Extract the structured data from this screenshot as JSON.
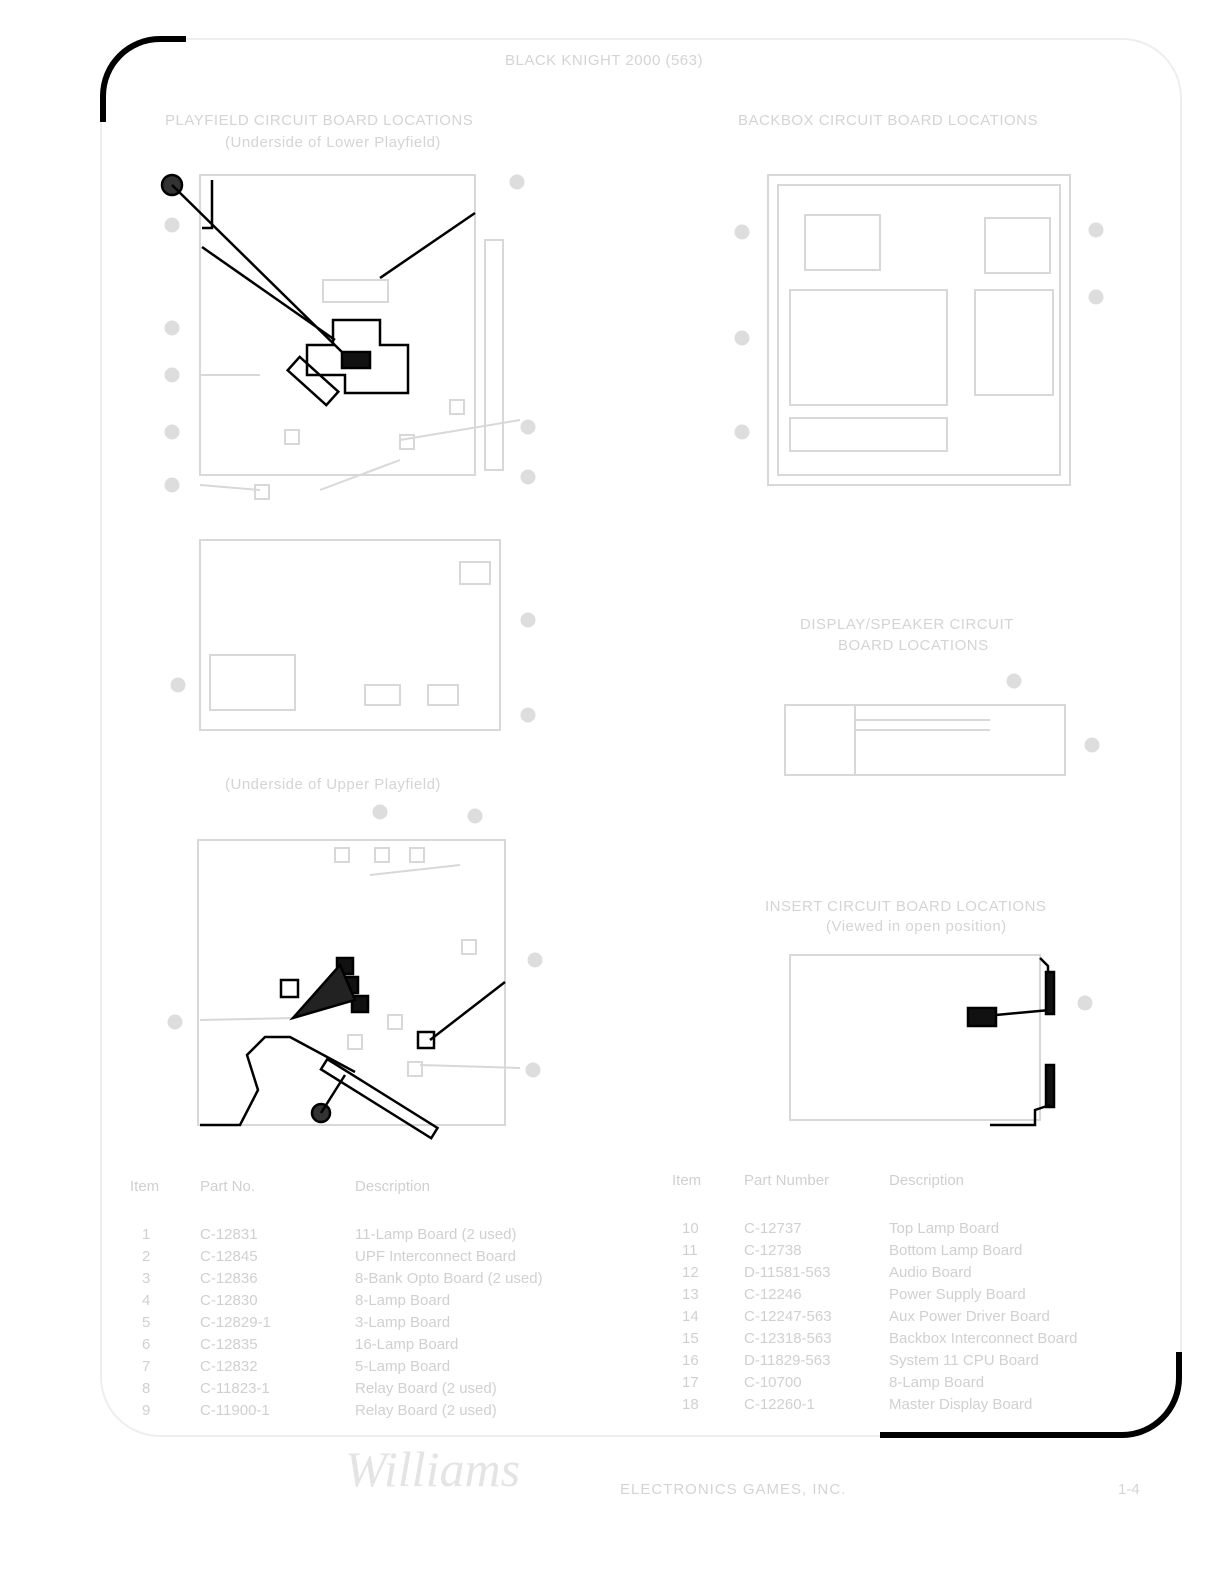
{
  "title": "BLACK KNIGHT 2000 (563)",
  "sections": {
    "playfield": {
      "title": "PLAYFIELD CIRCUIT BOARD LOCATIONS",
      "subtitle": "(Underside of Lower Playfield)"
    },
    "upper": {
      "subtitle": "(Underside of Upper Playfield)"
    },
    "backbox": {
      "title": "BACKBOX CIRCUIT BOARD LOCATIONS"
    },
    "display": {
      "title": "DISPLAY/SPEAKER CIRCUIT",
      "title2": "BOARD LOCATIONS"
    },
    "insert": {
      "title": "INSERT CIRCUIT BOARD LOCATIONS",
      "subtitle": "(Viewed in open position)"
    }
  },
  "table_left": {
    "headers": [
      "Item",
      "Part No.",
      "Description"
    ],
    "rows": [
      [
        "1",
        "C-12831",
        "11-Lamp Board (2 used)"
      ],
      [
        "2",
        "C-12845",
        "UPF Interconnect Board"
      ],
      [
        "3",
        "C-12836",
        "8-Bank Opto Board (2 used)"
      ],
      [
        "4",
        "C-12830",
        "8-Lamp Board"
      ],
      [
        "5",
        "C-12829-1",
        "3-Lamp Board"
      ],
      [
        "6",
        "C-12835",
        "16-Lamp Board"
      ],
      [
        "7",
        "C-12832",
        "5-Lamp Board"
      ],
      [
        "8",
        "C-11823-1",
        "Relay Board (2 used)"
      ],
      [
        "9",
        "C-11900-1",
        "Relay Board (2 used)"
      ]
    ]
  },
  "table_right": {
    "headers": [
      "Item",
      "Part Number",
      "Description"
    ],
    "rows": [
      [
        "10",
        "C-12737",
        "Top Lamp Board"
      ],
      [
        "11",
        "C-12738",
        "Bottom Lamp Board"
      ],
      [
        "12",
        "D-11581-563",
        "Audio Board"
      ],
      [
        "13",
        "C-12246",
        "Power Supply Board"
      ],
      [
        "14",
        "C-12247-563",
        "Aux Power Driver Board"
      ],
      [
        "15",
        "C-12318-563",
        "Backbox Interconnect Board"
      ],
      [
        "16",
        "D-11829-563",
        "System 11 CPU Board"
      ],
      [
        "17",
        "C-10700",
        "8-Lamp Board"
      ],
      [
        "18",
        "C-12260-1",
        "Master Display Board"
      ]
    ]
  },
  "footer": {
    "logo": "Williams",
    "company": "ELECTRONICS GAMES, INC.",
    "page": "1-4"
  }
}
